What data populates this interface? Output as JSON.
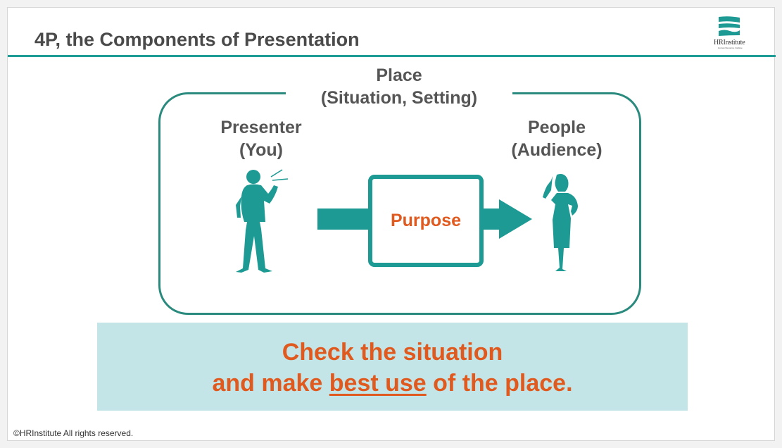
{
  "slide": {
    "title": "4P, the Components of Presentation",
    "accent_color": "#1f9c95",
    "highlight_color": "#e05a1f"
  },
  "logo": {
    "name": "HRInstitute",
    "tagline": "Human Resource Institute"
  },
  "diagram": {
    "place_line1": "Place",
    "place_line2": "(Situation, Setting)",
    "presenter_line1": "Presenter",
    "presenter_line2": "(You)",
    "people_line1": "People",
    "people_line2": "(Audience)",
    "purpose": "Purpose",
    "icons": [
      "speaking-man-silhouette-icon",
      "listening-woman-silhouette-icon",
      "right-arrow-icon"
    ]
  },
  "callout": {
    "line1": "Check the situation",
    "line2_pre": "and make ",
    "line2_underlined": "best use",
    "line2_post": " of the place."
  },
  "footer": {
    "copyright": "©HRInstitute All rights reserved."
  }
}
